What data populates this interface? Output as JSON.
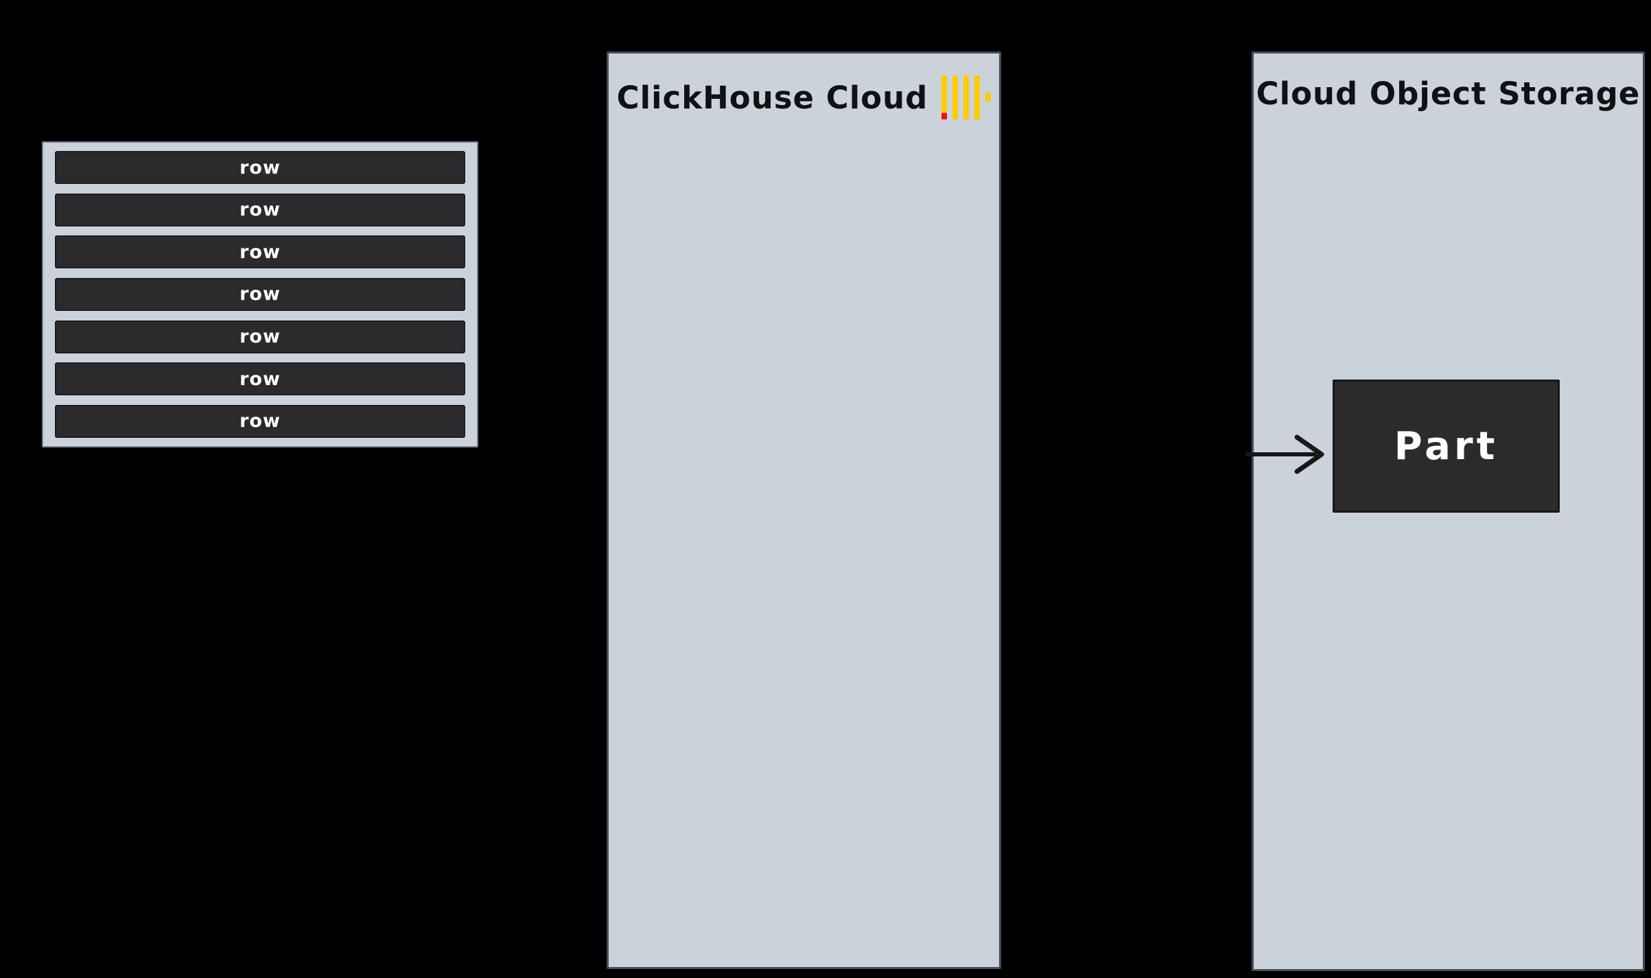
{
  "canvas": {
    "background": "#000000"
  },
  "rows_box": {
    "items": [
      "row",
      "row",
      "row",
      "row",
      "row",
      "row",
      "row"
    ]
  },
  "clickhouse_panel": {
    "title": "ClickHouse Cloud",
    "logo": "clickhouse-logo"
  },
  "storage_panel": {
    "title": "Cloud Object Storage",
    "part_label": "Part",
    "arrow": "arrow-pointing-to-part"
  },
  "colors": {
    "background": "#000000",
    "panel_fill": "#ccd2d9",
    "panel_border": "#464e58",
    "dark_box_fill": "#2b2b2e",
    "logo_yellow": "#ffcc00",
    "logo_red": "#fa0b14",
    "title_text": "#101114",
    "box_text": "#ffffff"
  }
}
